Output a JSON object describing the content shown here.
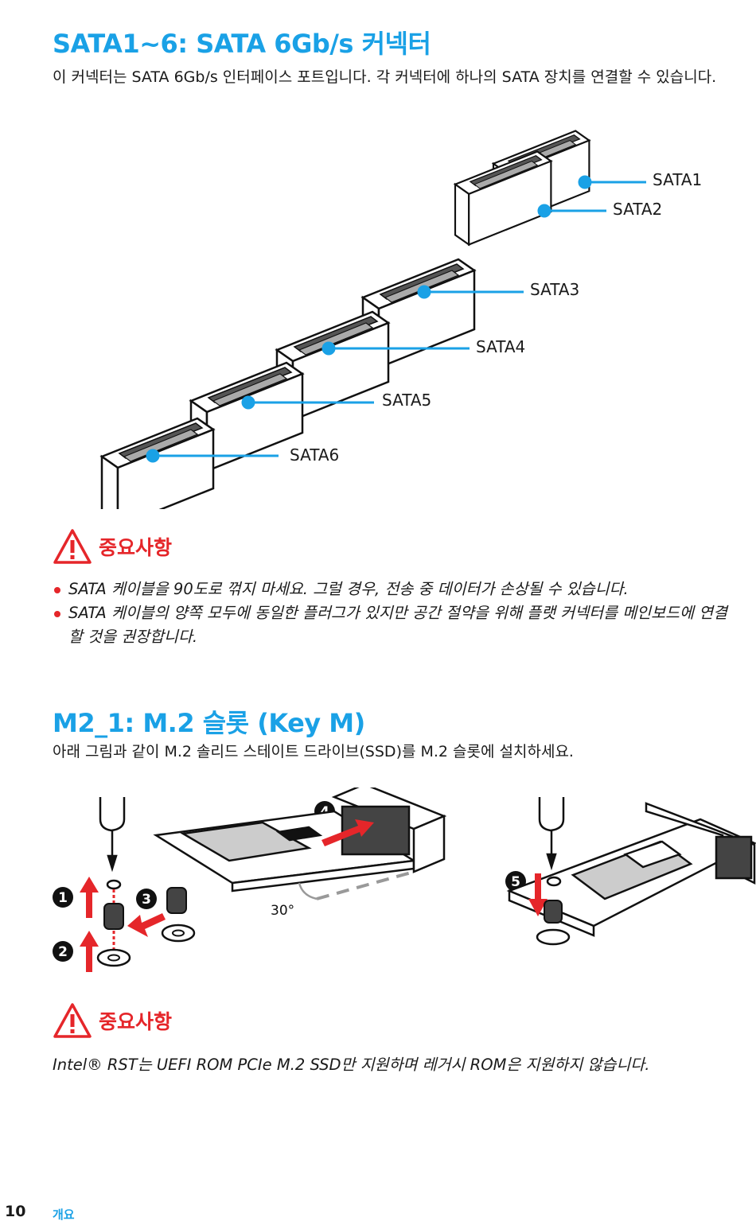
{
  "sata": {
    "title": "SATA1~6: SATA 6Gb/s 커넥터",
    "desc": "이 커넥터는 SATA 6Gb/s 인터페이스 포트입니다. 각 커넥터에 하나의 SATA 장치를 연결할 수 있습니다.",
    "labels": [
      "SATA1",
      "SATA2",
      "SATA3",
      "SATA4",
      "SATA5",
      "SATA6"
    ],
    "important_label": "중요사항",
    "notes": [
      "SATA 케이블을 90도로 꺾지 마세요. 그럴 경우, 전송 중 데이터가 손상될 수 있습니다.",
      "SATA 케이블의 양쪽 모두에 동일한 플러그가 있지만 공간 절약을 위해 플랫 커넥터를 메인보드에 연결할 것을 권장합니다."
    ]
  },
  "m2": {
    "title": "M2_1: M.2 슬롯 (Key M)",
    "desc": "아래 그림과 같이 M.2 솔리드 스테이트 드라이브(SSD)를 M.2 슬롯에 설치하세요.",
    "angle_label": "30°",
    "steps": [
      "1",
      "2",
      "3",
      "4",
      "5"
    ],
    "important_label": "중요사항",
    "note": "Intel® RST는 UEFI ROM PCIe M.2 SSD만 지원하며 레거시 ROM은 지원하지 않습니다."
  },
  "footer": {
    "page_number": "10",
    "section": "개요"
  },
  "colors": {
    "accent_blue": "#1aa1e6",
    "warning_red": "#e5262a"
  }
}
